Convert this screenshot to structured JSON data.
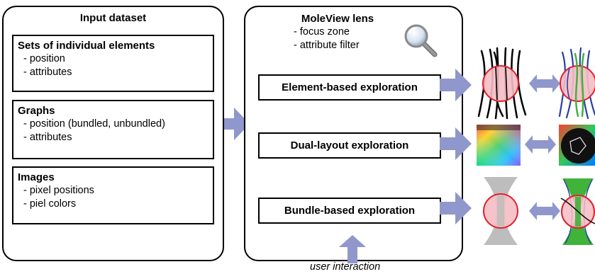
{
  "input_dataset": {
    "title": "Input dataset",
    "sections": [
      {
        "title": "Sets of individual elements",
        "items": [
          "- position",
          "- attributes"
        ]
      },
      {
        "title": "Graphs",
        "items": [
          "- position (bundled, unbundled)",
          "- attributes"
        ]
      },
      {
        "title": "Images",
        "items": [
          "- pixel positions",
          "- piel colors"
        ]
      }
    ]
  },
  "lens": {
    "title": "MoleView lens",
    "items": [
      "- focus zone",
      "- attribute filter"
    ],
    "icon": "magnifier-icon"
  },
  "explorations": [
    {
      "label": "Element-based exploration"
    },
    {
      "label": "Dual-layout exploration"
    },
    {
      "label": "Bundle-based exploration"
    }
  ],
  "caption": "user interaction",
  "colors": {
    "arrow": "#8f97cc",
    "lens_fill": "#f4bcc3",
    "lens_stroke": "#e0202a",
    "bundle_gray": "#bdbdbd",
    "bundle_green": "#3fb33a",
    "edge_blue": "#2b3ea8"
  }
}
